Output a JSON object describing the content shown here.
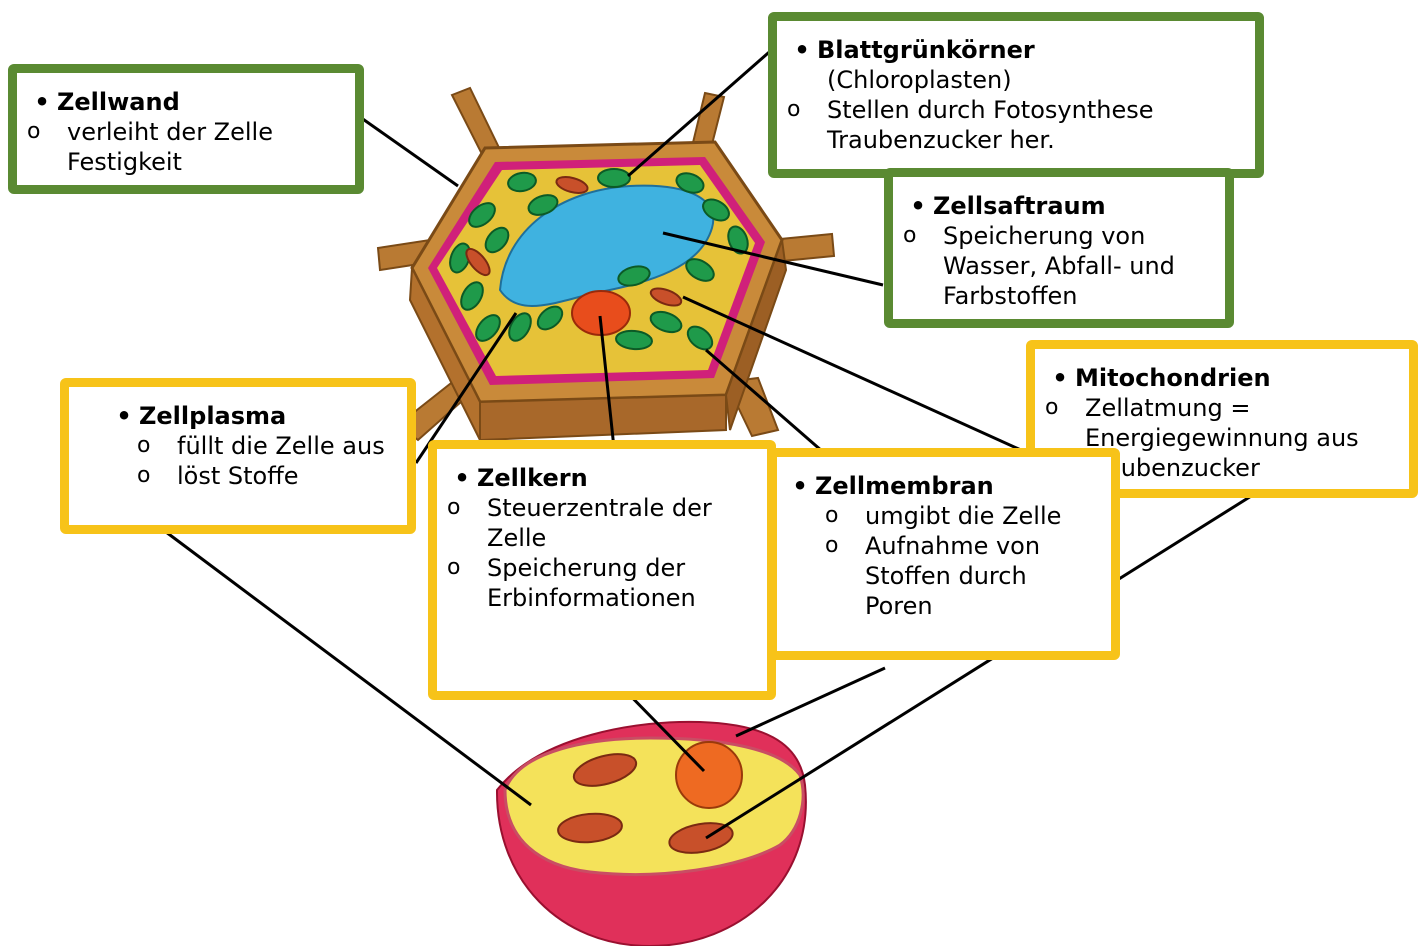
{
  "colors": {
    "green_frame": "#5a8a32",
    "gold_frame": "#f7c319",
    "cell_wall": "#c98a3a",
    "cell_plasma": "#e6c238",
    "membrane": "#d0207a",
    "chloroplast": "#1f9a4a",
    "vacuole": "#3fb2e0",
    "nucleus": "#e84d1c",
    "mitochondrion": "#c8502a"
  },
  "bullet_symbol": "•",
  "sub_symbol": "o",
  "labels": {
    "zellwand": {
      "title": "Zellwand",
      "items": [
        "verleiht der Zelle Festigkeit"
      ]
    },
    "blattgruen": {
      "title": "Blattgrünkörner",
      "subtitle": "(Chloroplasten)",
      "items": [
        "Stellen durch Fotosynthese Traubenzucker her."
      ]
    },
    "zellsaftraum": {
      "title": "Zellsaftraum",
      "items": [
        "Speicherung von Wasser, Abfall- und Farbstoffen"
      ]
    },
    "mitochondrien": {
      "title": "Mitochondrien",
      "items": [
        "Zellatmung = Energiegewinnung aus Traubenzucker"
      ]
    },
    "zellplasma": {
      "title": "Zellplasma",
      "items": [
        "füllt die Zelle aus",
        "löst Stoffe"
      ]
    },
    "zellkern": {
      "title": "Zellkern",
      "items": [
        "Steuerzentrale der Zelle",
        "Speicherung der Erbinformationen"
      ]
    },
    "zellmembran": {
      "title": "Zellmembran",
      "items": [
        "umgibt die Zelle",
        "Aufnahme von Stoffen durch Poren"
      ]
    }
  }
}
